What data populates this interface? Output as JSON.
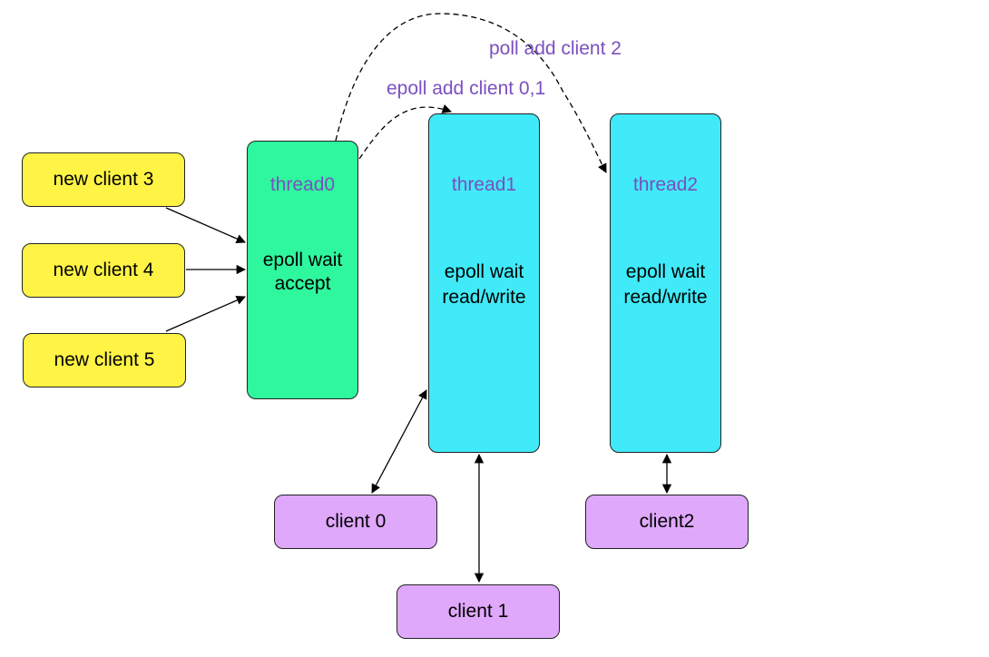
{
  "nodes": {
    "new_client_3": "new client 3",
    "new_client_4": "new client 4",
    "new_client_5": "new client 5",
    "thread0": {
      "name": "thread0",
      "line1": "epoll wait",
      "line2": "accept"
    },
    "thread1": {
      "name": "thread1",
      "line1": "epoll wait",
      "line2": "read/write"
    },
    "thread2": {
      "name": "thread2",
      "line1": "epoll wait",
      "line2": "read/write"
    },
    "client_0": "client 0",
    "client_1": "client 1",
    "client_2": "client2"
  },
  "edge_labels": {
    "add_0_1": "epoll add client 0,1",
    "add_2": "poll add client 2"
  },
  "colors": {
    "new_client_fill": "#FFF445",
    "thread0_fill": "#2EF79E",
    "worker_thread_fill": "#40EAF8",
    "client_fill": "#E0A8FB",
    "label_text": "#7B4FBF"
  }
}
